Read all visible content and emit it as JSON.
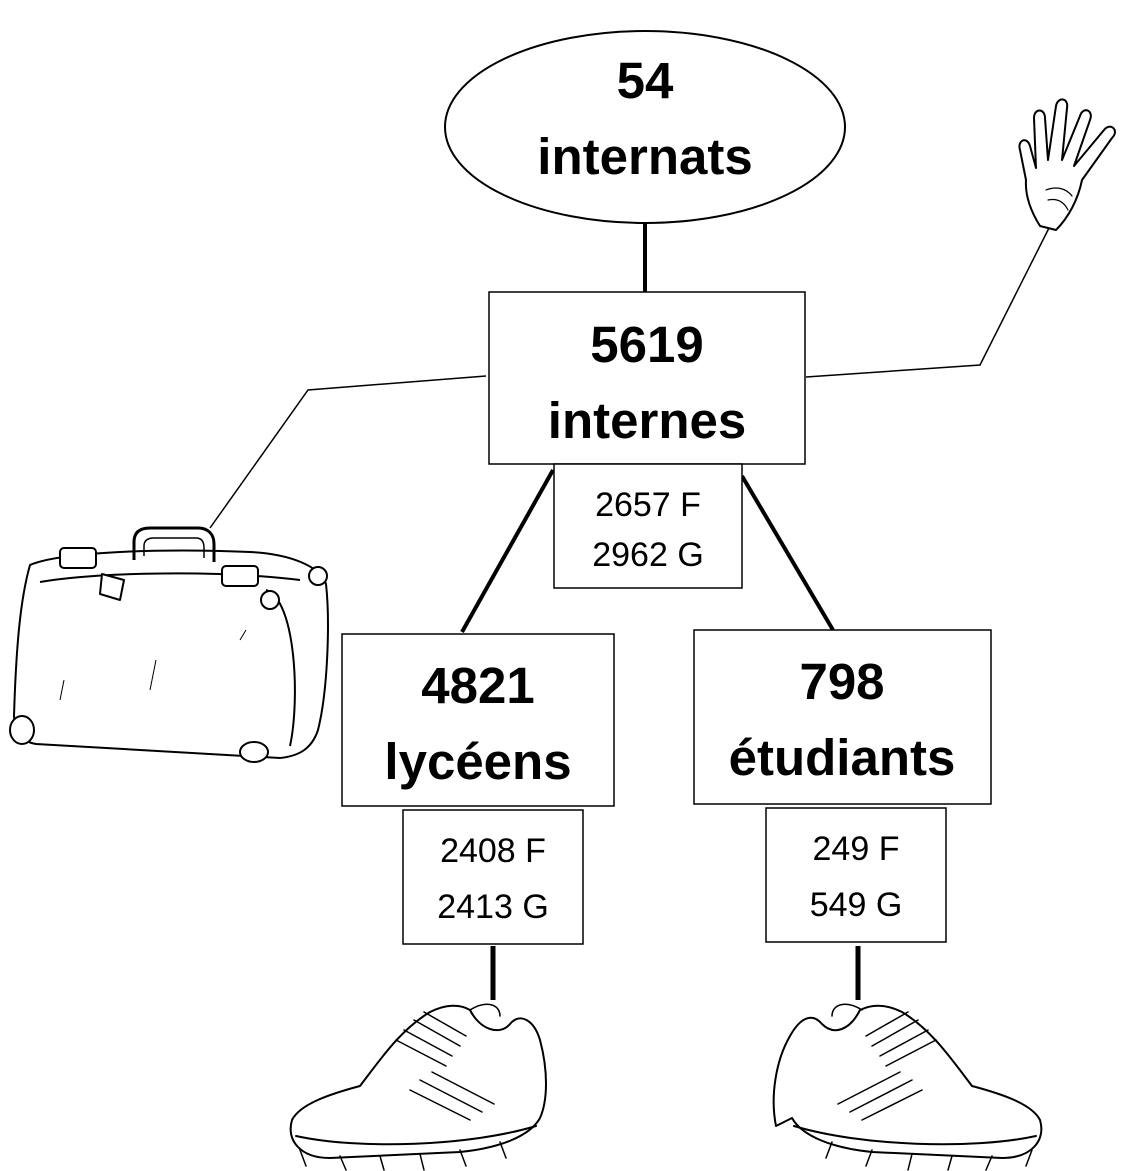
{
  "top_node": {
    "count": "54",
    "label": "internats"
  },
  "internes": {
    "count": "5619",
    "label": "internes",
    "girls": "2657 F",
    "boys": "2962 G"
  },
  "lyceens": {
    "count": "4821",
    "label": "lycéens",
    "girls": "2408 F",
    "boys": "2413 G"
  },
  "etudiants": {
    "count": "798",
    "label": "étudiants",
    "girls": "249 F",
    "boys": "549 G"
  },
  "icons": [
    "hand-icon",
    "suitcase-icon",
    "sneaker-icon"
  ]
}
